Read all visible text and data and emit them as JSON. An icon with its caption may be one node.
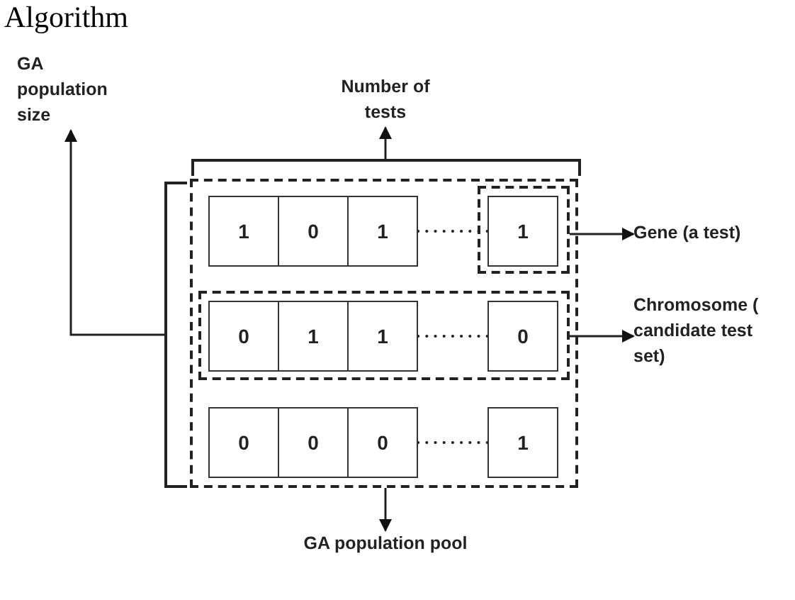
{
  "diagram": {
    "title": "Algorithm",
    "nodes": [
      {
        "text": [
          "GA population size"
        ]
      },
      {
        "text": [
          "Number of tests"
        ]
      },
      {
        "text": [],
        "shape": "bracket"
      },
      {
        "text": [],
        "shape": "bracket"
      },
      {
        "text": [],
        "shape": "box"
      },
      {
        "text": [
          "1"
        ],
        "in": 4
      },
      {
        "text": [
          "0"
        ],
        "in": 4
      },
      {
        "text": [
          "1"
        ],
        "in": 4
      },
      {
        "text": [],
        "shape": "box",
        "in": 4
      },
      {
        "text": [
          "1"
        ],
        "in": 8
      },
      {
        "text": [],
        "shape": "box",
        "in": 4
      },
      {
        "text": [
          "0"
        ],
        "in": 10
      },
      {
        "text": [
          "1"
        ],
        "in": 10
      },
      {
        "text": [
          "1"
        ],
        "in": 10
      },
      {
        "text": [
          "0"
        ],
        "in": 10
      },
      {
        "text": [
          "0"
        ],
        "in": 4
      },
      {
        "text": [
          "0"
        ],
        "in": 4
      },
      {
        "text": [
          "0"
        ],
        "in": 4
      },
      {
        "text": [
          "1"
        ],
        "in": 4
      },
      {
        "text": [
          "Gene (a test)"
        ]
      },
      {
        "text": [
          "Chromosome ( candidate test set)"
        ]
      },
      {
        "text": [
          "GA population pool"
        ]
      }
    ],
    "edges": [
      {
        "from": 2,
        "to": 1,
        "arrow": "to"
      },
      {
        "from": 3,
        "to": 0,
        "arrow": "to"
      },
      {
        "from": 8,
        "to": 19,
        "arrow": "to"
      },
      {
        "from": 10,
        "to": 20,
        "arrow": "to"
      },
      {
        "from": 4,
        "to": 21,
        "arrow": "to"
      },
      {
        "from": 7,
        "to": 9,
        "arrow": "none",
        "style": "dashed"
      },
      {
        "from": 13,
        "to": 14,
        "arrow": "none",
        "style": "dashed"
      },
      {
        "from": 17,
        "to": 18,
        "arrow": "none",
        "style": "dashed"
      }
    ]
  }
}
